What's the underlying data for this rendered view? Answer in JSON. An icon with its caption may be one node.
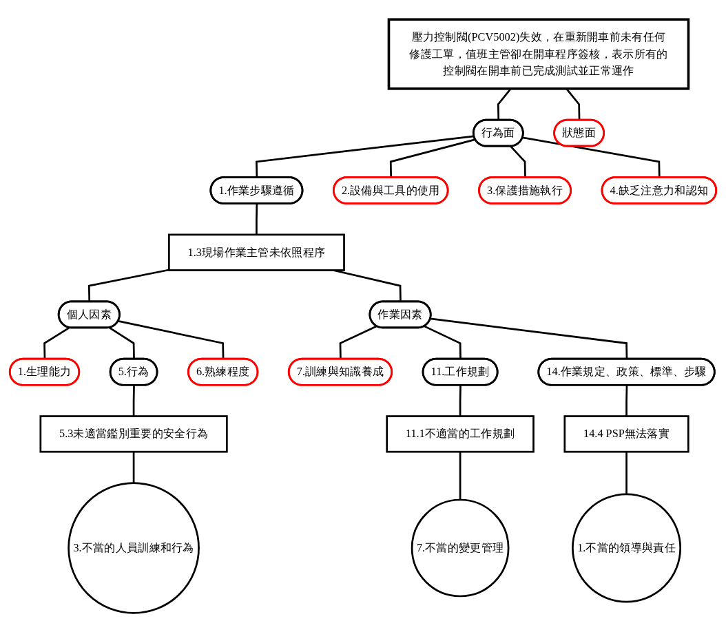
{
  "diagram": {
    "nodes": [
      {
        "text": [
          "壓力控制閥(PCV5002)失效，在重新開車前未有任何修護工單，值班主管卻在開車程序簽核，表示所有的控制閥在開車前已完成測試並正常運作"
        ]
      },
      {
        "text": [
          "行為面"
        ]
      },
      {
        "text": [
          "狀態面"
        ]
      },
      {
        "text": [
          "1.作業步驟遵循"
        ]
      },
      {
        "text": [
          "2.設備與工具的使用"
        ]
      },
      {
        "text": [
          "3.保護措施執行"
        ]
      },
      {
        "text": [
          "4.缺乏注意力和認知"
        ]
      },
      {
        "text": [
          "1.3現場作業主管未依照程序"
        ]
      },
      {
        "text": [
          "個人因素"
        ]
      },
      {
        "text": [
          "作業因素"
        ]
      },
      {
        "text": [
          "7.訓練與知識養成"
        ]
      },
      {
        "text": [
          "11.工作規劃"
        ]
      },
      {
        "text": [
          "14.作業規定、政策、標準、步驟"
        ]
      },
      {
        "text": [
          "1.生理能力"
        ]
      },
      {
        "text": [
          "5.行為"
        ]
      },
      {
        "text": [
          "6.熟練程度"
        ]
      },
      {
        "text": [
          "5.3未適當鑑別重要的安全行為"
        ]
      },
      {
        "text": [
          "11.1不適當的工作規劃"
        ]
      },
      {
        "text": [
          "14.4 PSP無法落實"
        ]
      },
      {
        "text": [
          "3.不當的人員訓練和行為"
        ]
      },
      {
        "text": [
          "7.不當的變更管理"
        ]
      },
      {
        "text": [
          "1.不當的領導與責任"
        ]
      }
    ],
    "edges": [
      {
        "from": 0,
        "to": 1,
        "arrow": "none"
      },
      {
        "from": 0,
        "to": 2,
        "arrow": "none"
      },
      {
        "from": 1,
        "to": 3,
        "arrow": "none"
      },
      {
        "from": 1,
        "to": 4,
        "arrow": "none"
      },
      {
        "from": 1,
        "to": 5,
        "arrow": "none"
      },
      {
        "from": 1,
        "to": 6,
        "arrow": "none"
      },
      {
        "from": 3,
        "to": 7,
        "arrow": "none"
      },
      {
        "from": 7,
        "to": 8,
        "arrow": "none"
      },
      {
        "from": 7,
        "to": 9,
        "arrow": "none"
      },
      {
        "from": 9,
        "to": 10,
        "arrow": "none"
      },
      {
        "from": 9,
        "to": 11,
        "arrow": "none"
      },
      {
        "from": 9,
        "to": 12,
        "arrow": "none"
      },
      {
        "from": 8,
        "to": 13,
        "arrow": "none"
      },
      {
        "from": 8,
        "to": 14,
        "arrow": "none"
      },
      {
        "from": 8,
        "to": 15,
        "arrow": "none"
      },
      {
        "from": 14,
        "to": 16,
        "arrow": "none"
      },
      {
        "from": 11,
        "to": 17,
        "arrow": "none"
      },
      {
        "from": 12,
        "to": 18,
        "arrow": "none"
      },
      {
        "from": 16,
        "to": 19,
        "arrow": "none"
      },
      {
        "from": 17,
        "to": 20,
        "arrow": "none"
      },
      {
        "from": 18,
        "to": 21,
        "arrow": "none"
      }
    ]
  }
}
